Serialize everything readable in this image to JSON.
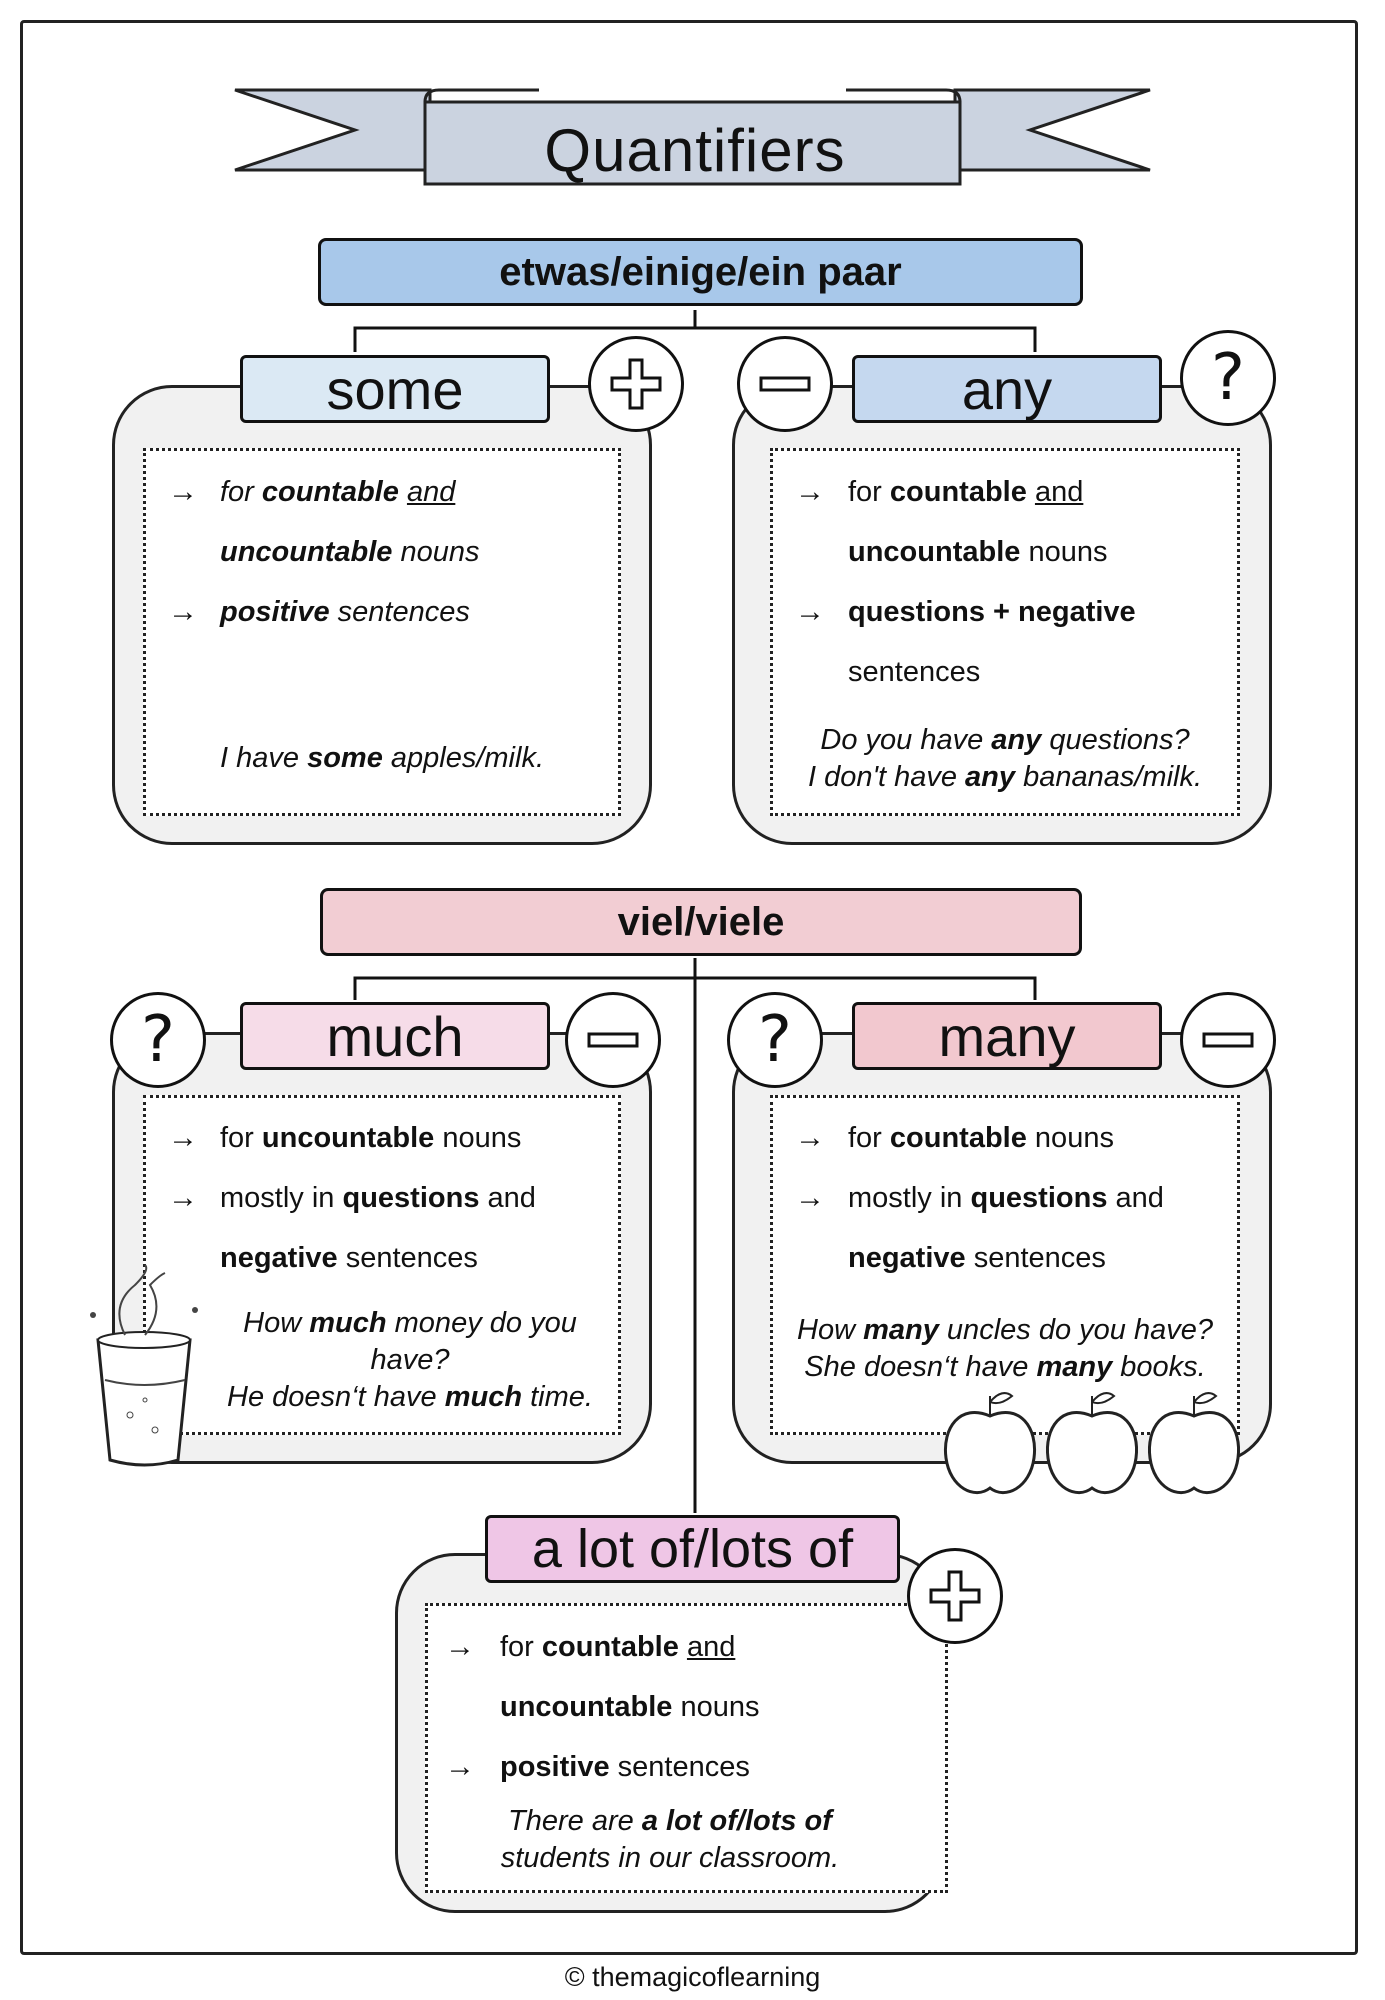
{
  "title": "Quantifiers",
  "colors": {
    "blue_head": "#a8c8ea",
    "some_tag": "#dbe9f4",
    "any_tag": "#c5d8ef",
    "pink_head": "#f2cdd3",
    "much_tag": "#f6dce8",
    "many_tag": "#f2c8cf",
    "alot_tag": "#efc6e6",
    "banner": "#cbd3e0"
  },
  "section1": {
    "heading": "etwas/einige/ein paar",
    "some": {
      "tag": "some",
      "badge": "plus-icon",
      "lines": [
        "for ",
        "countable",
        " ",
        "and",
        "uncountable",
        " nouns",
        "positive",
        " sentences"
      ],
      "example_a": "I have ",
      "example_b": "some",
      "example_c": " apples/milk."
    },
    "any": {
      "tag": "any",
      "badges": [
        "minus-icon",
        "question-icon"
      ],
      "l1a": "for ",
      "l1b": "countable",
      "l1c": " ",
      "l1d": "and",
      "l2a": "uncountable",
      "l2b": " nouns",
      "l3": "questions + negative",
      "l4": "sentences",
      "ex1a": "Do you have ",
      "ex1b": "any",
      "ex1c": " questions?",
      "ex2a": "I don't have ",
      "ex2b": "any",
      "ex2c": " bananas/milk."
    }
  },
  "section2": {
    "heading": "viel/viele",
    "much": {
      "tag": "much",
      "l1a": "for ",
      "l1b": "uncountable",
      "l1c": " nouns",
      "l2a": "mostly in ",
      "l2b": "questions",
      "l2c": " and",
      "l3a": "negative",
      "l3b": " sentences",
      "ex1a": "How ",
      "ex1b": "much",
      "ex1c": " money do you",
      "ex2": "have?",
      "ex3a": "He doesn‘t have ",
      "ex3b": "much",
      "ex3c": " time."
    },
    "many": {
      "tag": "many",
      "l1a": "for ",
      "l1b": "countable",
      "l1c": " nouns",
      "l2a": "mostly in ",
      "l2b": "questions",
      "l2c": " and",
      "l3a": "negative",
      "l3b": " sentences",
      "ex1a": "How ",
      "ex1b": "many",
      "ex1c": " uncles do you have?",
      "ex2a": "She doesn‘t have ",
      "ex2b": "many",
      "ex2c": " books."
    }
  },
  "section3": {
    "tag": "a lot of/lots of",
    "l1a": "for ",
    "l1b": "countable",
    "l1c": " ",
    "l1d": "and",
    "l2a": "uncountable",
    "l2b": " nouns",
    "l3a": "positive",
    "l3b": " sentences",
    "ex1a": "There are ",
    "ex1b": "a lot of/lots of",
    "ex2": "students in our classroom."
  },
  "footer": "© themagicoflearning"
}
